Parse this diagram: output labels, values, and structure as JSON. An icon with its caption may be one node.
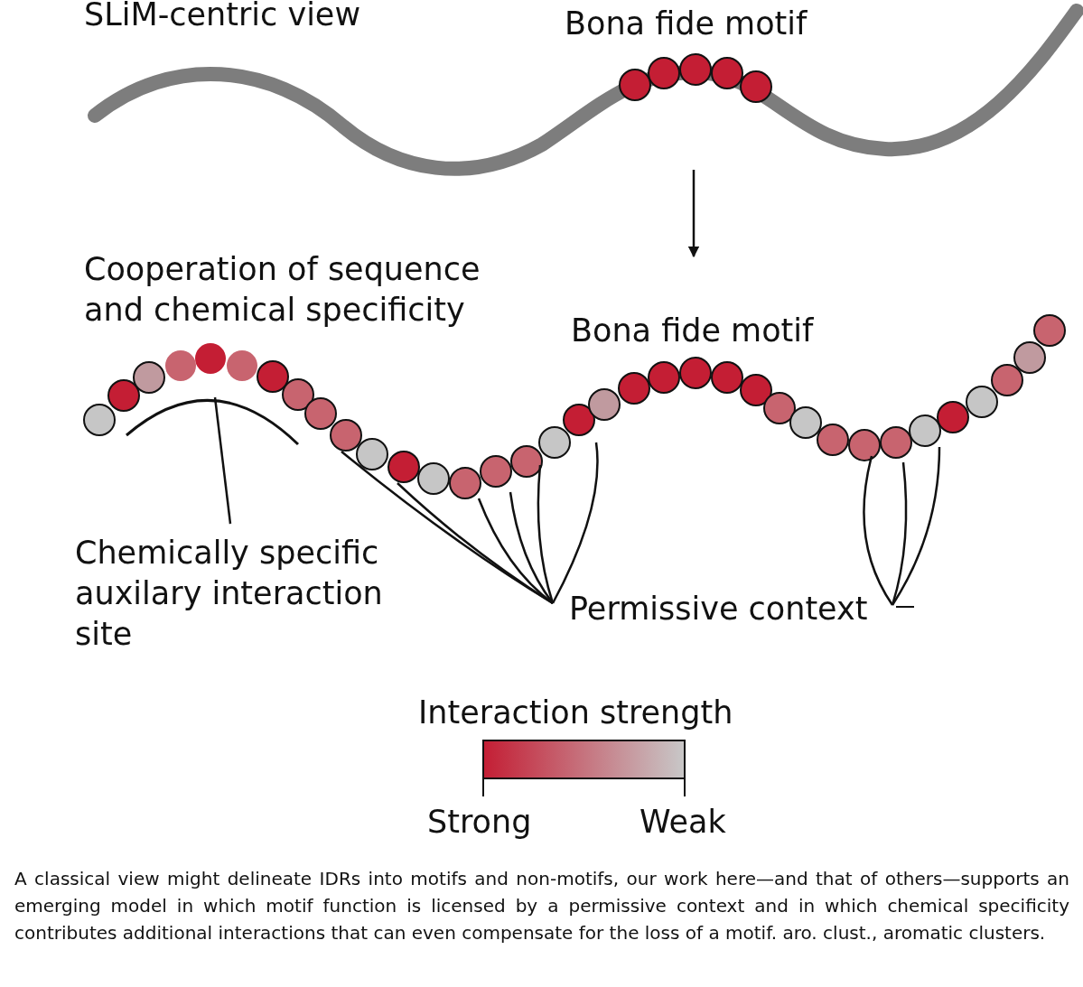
{
  "diagram": {
    "caption": "A classical view might delineate IDRs into motifs and non-motifs, our work here—and that of others—supports an emerging model in which motif function is licensed by a permissive context and in which chemical specificity contributes additional interactions that can even compensate for the loss of a motif. aro. clust., aromatic clusters.",
    "nodes": [
      {
        "text": [],
        "shape": "picture"
      },
      {
        "text": [],
        "shape": "picture"
      },
      {
        "text": [],
        "shape": "arc",
        "in": 1
      },
      {
        "text": [
          "Chemically specific auxilary interaction site"
        ]
      },
      {
        "text": [
          "Permissive context"
        ]
      }
    ],
    "edges": [
      {
        "from": 0,
        "to": 1,
        "arrow": "to"
      },
      {
        "from": 3,
        "to": 2,
        "arrow": "none"
      },
      {
        "from": 4,
        "to": 1,
        "arrow": "none"
      },
      {
        "from": 4,
        "to": 1,
        "arrow": "none"
      },
      {
        "from": 4,
        "to": 1,
        "arrow": "none"
      },
      {
        "from": 4,
        "to": 1,
        "arrow": "none"
      },
      {
        "from": 4,
        "to": 1,
        "arrow": "none"
      },
      {
        "from": 4,
        "to": 1,
        "arrow": "none"
      },
      {
        "from": 4,
        "to": 1,
        "arrow": "none"
      },
      {
        "from": 4,
        "to": 1,
        "arrow": "none"
      },
      {
        "from": 4,
        "to": 1,
        "arrow": "none"
      }
    ],
    "labels": [
      "SLiM-centric view",
      "Bona fide motif",
      "Cooperation of sequence and chemical specificity",
      "Bona fide motif",
      "Interaction strength",
      "Strong",
      "Weak"
    ]
  }
}
